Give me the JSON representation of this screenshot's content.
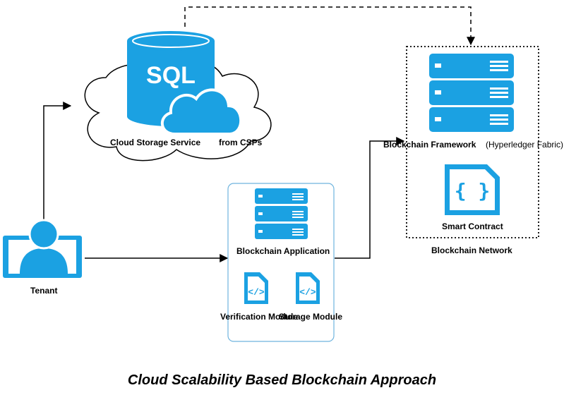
{
  "colors": {
    "accent": "#1ba1e2",
    "icon_blue": "#1ba1e2",
    "line": "#000000",
    "app_box_border": "#6fb4de"
  },
  "cloud": {
    "database_icon_text": "SQL",
    "label": "Cloud Storage Service",
    "sublabel": "from CSPs"
  },
  "tenant": {
    "label": "Tenant",
    "icon": "user-laptop-icon"
  },
  "app": {
    "label": "Blockchain Application",
    "server_icon": "server-rack-icon",
    "modules": [
      {
        "label": "Verification Module",
        "icon": "code-file-icon"
      },
      {
        "label": "Storage Module",
        "icon": "code-file-icon"
      }
    ]
  },
  "network": {
    "label": "Blockchain Network",
    "framework_label": "Blockchain Framework",
    "framework_note": "(Hyperledger Fabric)",
    "contract_label": "Smart Contract",
    "contract_icon_text": "{ }"
  },
  "caption": "Cloud Scalability Based Blockchain Approach"
}
